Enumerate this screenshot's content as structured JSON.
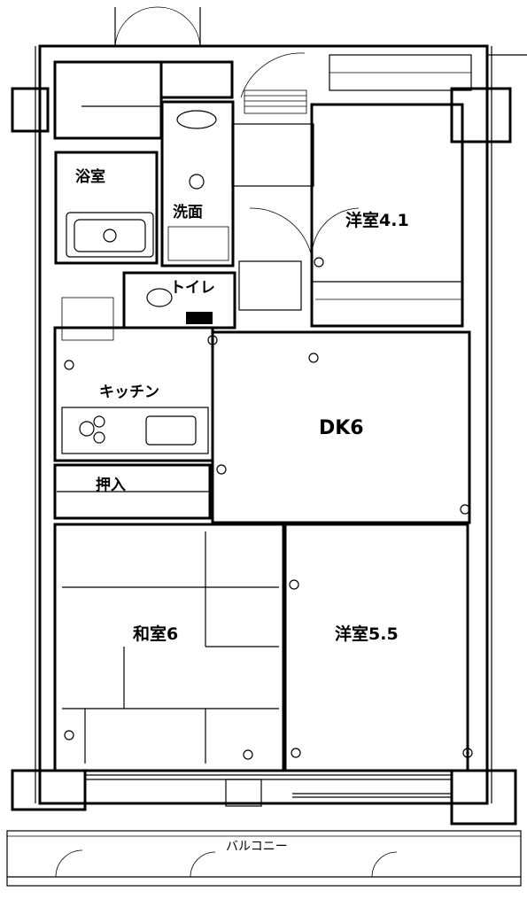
{
  "rooms": {
    "bath": "浴室",
    "washroom": "洗面",
    "toilet": "トイレ",
    "western1": "洋室4.1",
    "kitchen": "キッチン",
    "dk": "DK6",
    "closet": "押入",
    "japanese": "和室6",
    "western2": "洋室5.5"
  },
  "labels": {
    "balcony": "バルコニー"
  }
}
